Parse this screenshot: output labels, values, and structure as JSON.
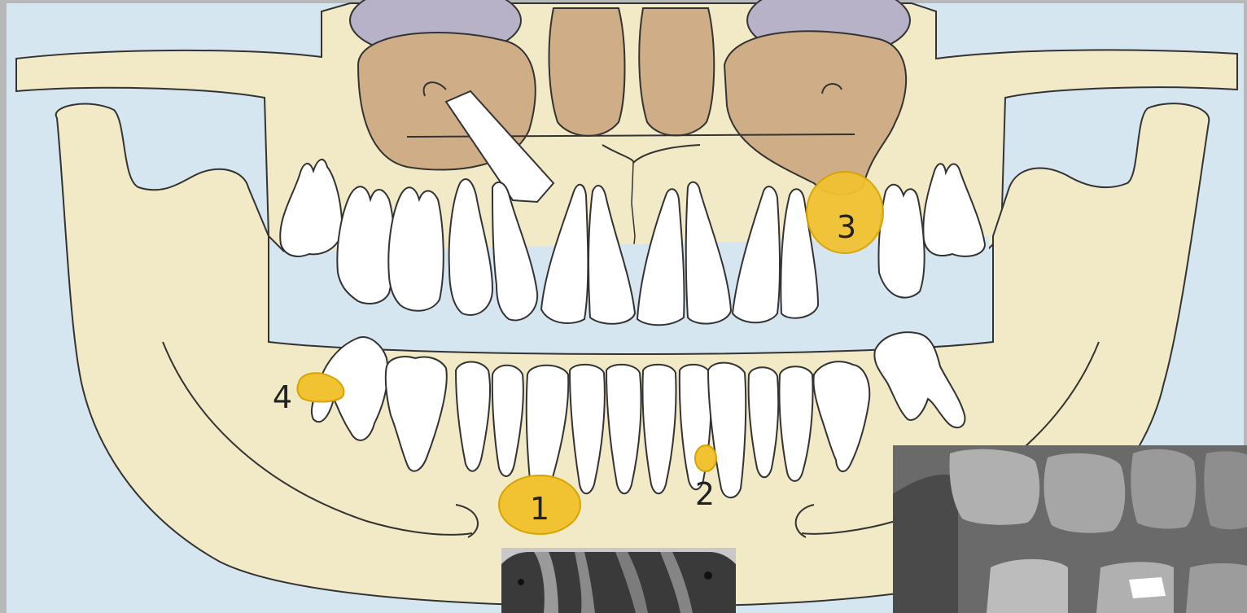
{
  "diagram": {
    "markers": [
      {
        "id": "1",
        "label": "1"
      },
      {
        "id": "2",
        "label": "2"
      },
      {
        "id": "3",
        "label": "3"
      },
      {
        "id": "4",
        "label": "4"
      }
    ],
    "colors": {
      "background": "#d6e6f1",
      "bone": "#f2e9c6",
      "sinus": "#cfae87",
      "orbit": "#bdb6c8",
      "tooth": "#ffffff",
      "outline": "#333333",
      "marker": "#f1c232",
      "marker_stroke": "#d7a300"
    }
  },
  "insets": [
    {
      "name": "right-radiograph",
      "icon": "xray-photo"
    },
    {
      "name": "center-radiograph",
      "icon": "xray-photo"
    }
  ]
}
